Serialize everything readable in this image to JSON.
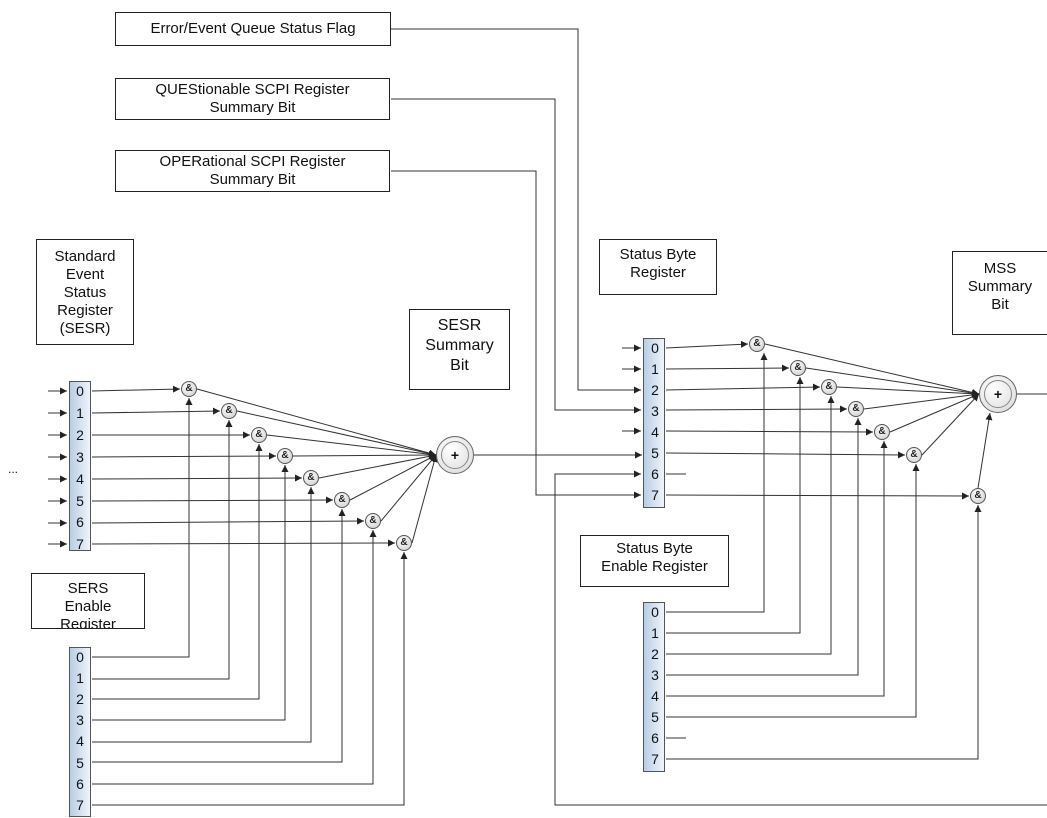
{
  "labels": {
    "error_queue": "Error/Event Queue Status Flag",
    "questionable_line1": "QUEStionable SCPI Register",
    "questionable_line2": "Summary Bit",
    "operational_line1": "OPERational SCPI Register",
    "operational_line2": "Summary Bit",
    "sesr_box": [
      "Standard",
      "Event",
      "Status",
      "Register",
      "(SESR)"
    ],
    "sesr_summary": [
      "SESR",
      "Summary",
      "Bit"
    ],
    "status_byte": [
      "Status Byte",
      "Register"
    ],
    "mss_summary": [
      "MSS",
      "Summary",
      "Bit"
    ],
    "sbe": [
      "Status Byte",
      "Enable Register"
    ],
    "sers_enable": [
      "SERS",
      "Enable",
      "Register"
    ],
    "ellipsis": "..."
  },
  "registers": {
    "sesr_bits": [
      "0",
      "1",
      "2",
      "3",
      "4",
      "5",
      "6",
      "7"
    ],
    "sers_enable_bits": [
      "0",
      "1",
      "2",
      "3",
      "4",
      "5",
      "6",
      "7"
    ],
    "status_byte_bits": [
      "0",
      "1",
      "2",
      "3",
      "4",
      "5",
      "6",
      "7"
    ],
    "sbe_bits": [
      "0",
      "1",
      "2",
      "3",
      "4",
      "5",
      "6",
      "7"
    ]
  },
  "symbols": {
    "and_gate": "&",
    "or_gate": "+"
  },
  "colors": {
    "line": "#333333",
    "register_fill": "#c8d8ea",
    "gate_fill": "#d0d0d0"
  }
}
